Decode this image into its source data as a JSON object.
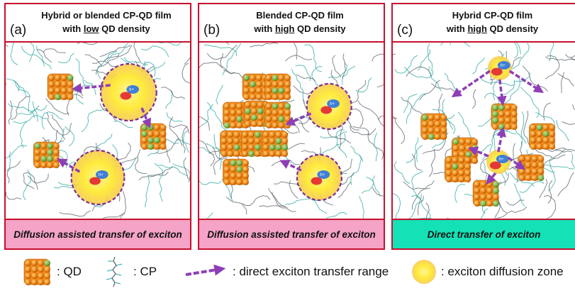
{
  "panels": [
    {
      "letter": "(a)",
      "title_line1": "Hybrid or blended CP-QD film",
      "title_pre": "with ",
      "title_emph": "low",
      "title_post": " QD density",
      "caption": "Diffusion assisted transfer of exciton"
    },
    {
      "letter": "(b)",
      "title_line1": "Blended CP-QD film",
      "title_pre": "with ",
      "title_emph": "high",
      "title_post": " QD density",
      "caption": "Diffusion assisted transfer of exciton"
    },
    {
      "letter": "(c)",
      "title_line1": "Hybrid CP-QD film",
      "title_pre": "with ",
      "title_emph": "high",
      "title_post": " QD density",
      "caption": "Direct transfer of exciton"
    }
  ],
  "legend": {
    "qd": ": QD",
    "cp": ": CP",
    "arrow": ": direct exciton transfer range",
    "zone": ": exciton diffusion zone"
  },
  "exciton_label": "h+",
  "colors": {
    "frame": "#c8102e",
    "caption_pink": "#f5a3c7",
    "caption_green": "#14e2b6",
    "arrow": "#8e3fb5",
    "qd_orange": "#f08a1c",
    "qd_green": "#7cb342",
    "cp_teal": "#2aa6a0",
    "zone_yellow": "#fff36a"
  }
}
